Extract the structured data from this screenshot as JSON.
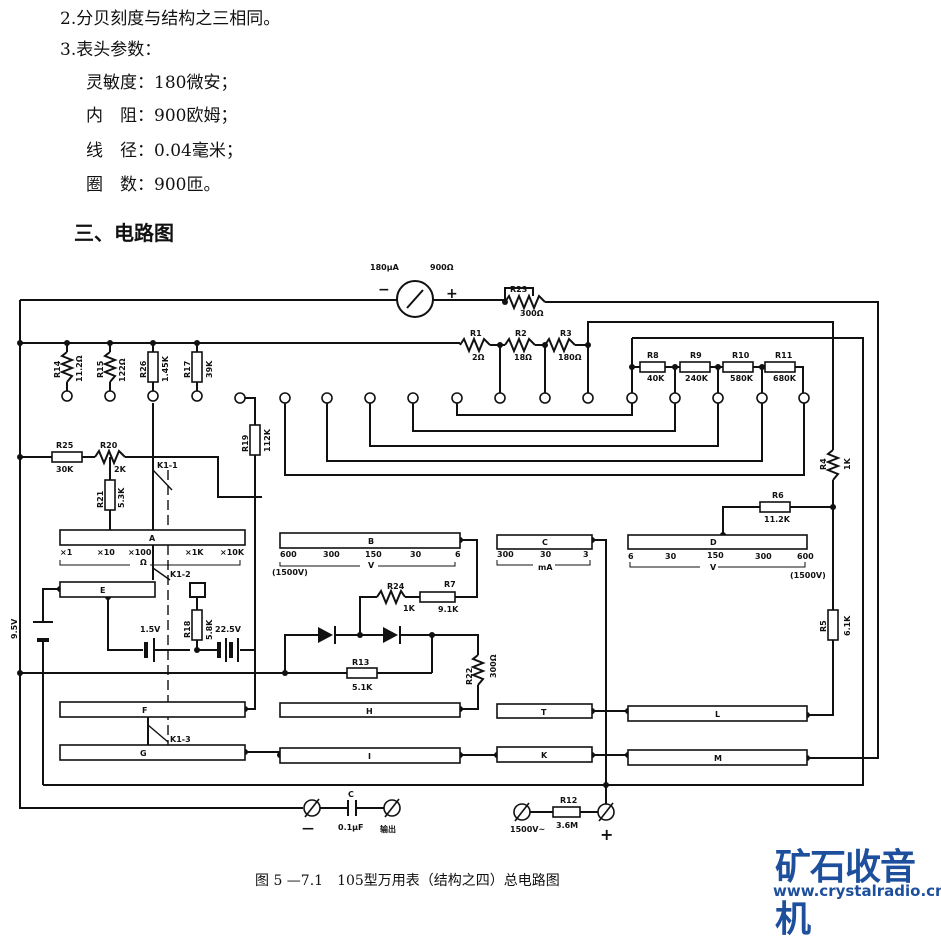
{
  "text": {
    "line1": "2.分贝刻度与结构之三相同。",
    "line2": "3.表头参数：",
    "line3": "灵敏度：180微安；",
    "line4": "内　阻：900欧姆；",
    "line5": "线　径：0.04毫米；",
    "line6": "圈　数：900匝。",
    "section": "三、电路图",
    "caption": "图 5 —7.1　105型万用表（结构之四）总电路图"
  },
  "watermark": {
    "title": "矿石收音机",
    "url": "www.crystalradio.cn",
    "color": "#1d4f9c"
  },
  "meter": {
    "current": "180μA",
    "resistance": "900Ω",
    "minus": "−",
    "plus": "+"
  },
  "resistors": {
    "R14": {
      "name": "R14",
      "value": "11.2Ω"
    },
    "R15": {
      "name": "R15",
      "value": "122Ω"
    },
    "R26": {
      "name": "R26",
      "value": "1.45K"
    },
    "R17": {
      "name": "R17",
      "value": "39K"
    },
    "R19": {
      "name": "R19",
      "value": "112K"
    },
    "R25": {
      "name": "R25",
      "value": "30K"
    },
    "R20": {
      "name": "R20",
      "value": "2K"
    },
    "R21": {
      "name": "R21",
      "value": "5.3K"
    },
    "R23": {
      "name": "R23",
      "value": "300Ω"
    },
    "R1": {
      "name": "R1",
      "value": "2Ω"
    },
    "R2": {
      "name": "R2",
      "value": "18Ω"
    },
    "R3": {
      "name": "R3",
      "value": "180Ω"
    },
    "R8": {
      "name": "R8",
      "value": "40K"
    },
    "R9": {
      "name": "R9",
      "value": "240K"
    },
    "R10": {
      "name": "R10",
      "value": "580K"
    },
    "R11": {
      "name": "R11",
      "value": "680K"
    },
    "R4": {
      "name": "R4",
      "value": "1K"
    },
    "R6": {
      "name": "R6",
      "value": "11.2K"
    },
    "R5": {
      "name": "R5",
      "value": "6.1K"
    },
    "R24": {
      "name": "R24",
      "value": "1K"
    },
    "R7": {
      "name": "R7",
      "value": "9.1K"
    },
    "R13": {
      "name": "R13",
      "value": "5.1K"
    },
    "R22": {
      "name": "R22",
      "value": "300Ω"
    },
    "R18": {
      "name": "R18",
      "value": "5.8K"
    },
    "R12": {
      "name": "R12",
      "value": "3.6M"
    }
  },
  "switches": {
    "A": "A",
    "B": "B",
    "C": "C",
    "D": "D",
    "E": "E",
    "F": "F",
    "G": "G",
    "H": "H",
    "I": "I",
    "T": "T",
    "K": "K",
    "L": "L",
    "M": "M",
    "k11": "K1-1",
    "k12": "K1-2",
    "k13": "K1-3"
  },
  "ranges": {
    "ohm": [
      "×1",
      "×10",
      "×100",
      "×1K",
      "×10K"
    ],
    "ohm_unit": "Ω",
    "dcv": [
      "600",
      "300",
      "150",
      "30",
      "6"
    ],
    "dcv_unit": "V",
    "dcv_extra": "(1500V)",
    "ma": [
      "300",
      "30",
      "3"
    ],
    "ma_unit": "mA",
    "acv": [
      "6",
      "30",
      "150",
      "300",
      "600"
    ],
    "acv_unit": "V",
    "acv_extra": "(1500V)"
  },
  "batteries": {
    "b1": "9.5V",
    "b2": "1.5V",
    "b3": "22.5V"
  },
  "capacitor": {
    "name": "C",
    "value": "0.1μF"
  },
  "terminals": {
    "minus": "—",
    "output": "输出",
    "hv": "1500V~",
    "plus": "+"
  }
}
